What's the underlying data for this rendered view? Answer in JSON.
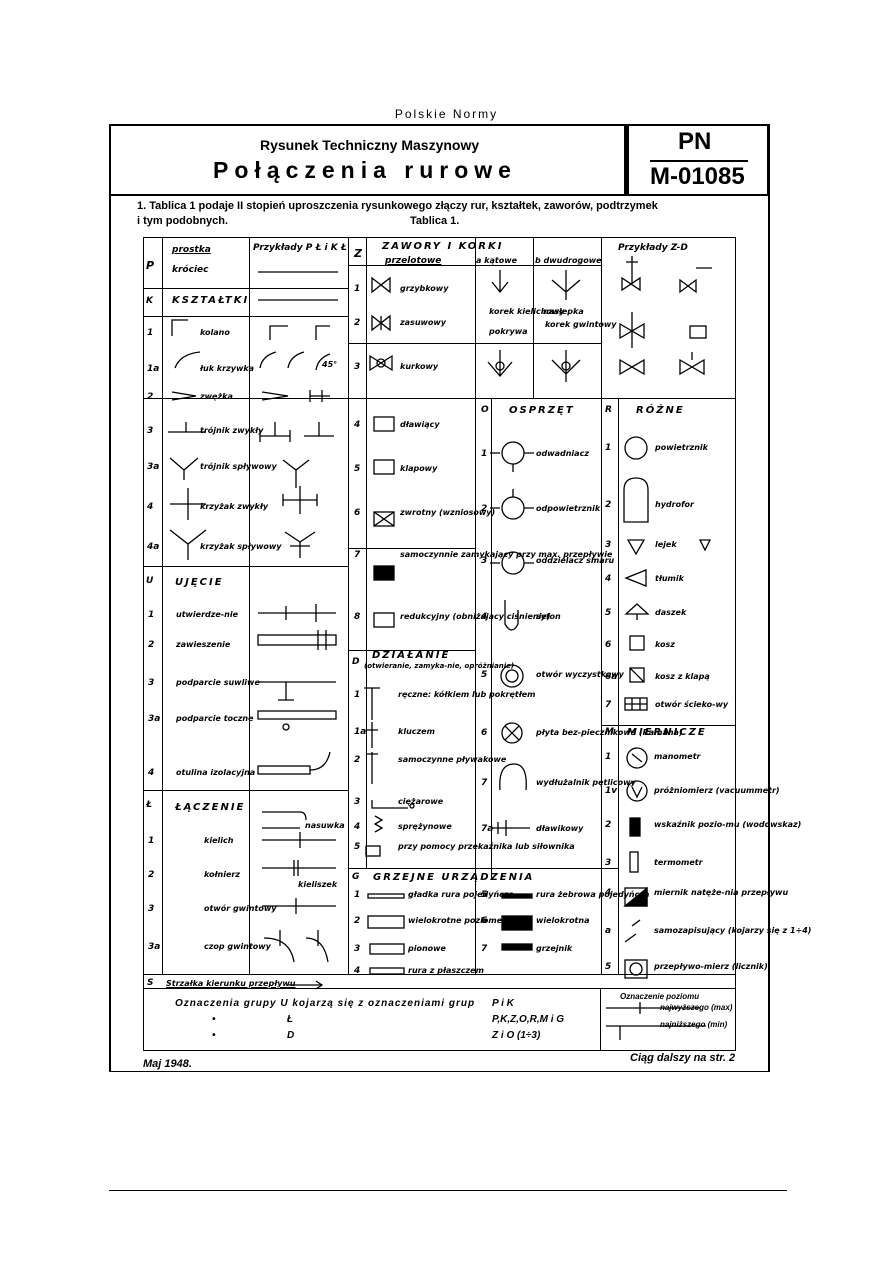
{
  "header": {
    "top": "Polskie Normy"
  },
  "title": {
    "line1": "Rysunek Techniczny Maszynowy",
    "line2": "Połączenia rurowe",
    "pn": "PN",
    "pn_number": "M-01085"
  },
  "intro": {
    "line1": "1. Tablica 1 podaje II stopień uproszczenia rysunkowego złączy rur, kształtek, zaworów, podtrzymek",
    "line2": "i tym podobnych.",
    "table_label": "Tablica 1."
  },
  "col_headers": {
    "pk": "Przykłady P Ł i K Ł",
    "zd": "Przykłady Z-D",
    "z": "Z",
    "zawory": "ZAWORY I KORKI",
    "przelotowe": "przelotowe",
    "katowe": "a kątowe",
    "dwudrogowe": "b dwudrogowe"
  },
  "p": {
    "key": "P",
    "prostka": "prostka",
    "krociec": "króciec"
  },
  "k": {
    "key": "K",
    "title": "KSZTAŁTKI",
    "rows": [
      {
        "n": "1",
        "label": "kolano"
      },
      {
        "n": "1a",
        "label": "łuk krzywka"
      },
      {
        "n": "2",
        "label": "zwężka"
      },
      {
        "n": "3",
        "label": "trójnik zwykły"
      },
      {
        "n": "3a",
        "label": "trójnik spływowy"
      },
      {
        "n": "4",
        "label": "krzyżak zwykły"
      },
      {
        "n": "4a",
        "label": "krzyżak spływowy"
      }
    ],
    "angle": "45°"
  },
  "u": {
    "key": "U",
    "title": "UJĘCIE",
    "rows": [
      {
        "n": "1",
        "label": "utwierdze-nie"
      },
      {
        "n": "2",
        "label": "zawieszenie"
      },
      {
        "n": "3",
        "label": "podparcie suwliwe"
      },
      {
        "n": "3a",
        "label": "podparcie toczne"
      },
      {
        "n": "4",
        "label": "otulina izolacyjna"
      }
    ]
  },
  "l": {
    "key": "Ł",
    "title": "ŁĄCZENIE",
    "rows": [
      {
        "n": "1",
        "label": "kielich"
      },
      {
        "n": "2",
        "label": "kołnierz"
      },
      {
        "n": "3",
        "label": "otwór gwintowy"
      },
      {
        "n": "3a",
        "label": "czop gwintowy"
      }
    ],
    "nasuwka": "nasuwka",
    "kieliszek": "kieliszek"
  },
  "s": {
    "key": "S",
    "label": "Strzałka kierunku przepływu"
  },
  "z": {
    "rows": [
      {
        "n": "1",
        "label": "grzybkowy"
      },
      {
        "n": "2",
        "label": "zasuwowy"
      },
      {
        "n": "3",
        "label": "kurkowy"
      },
      {
        "n": "4",
        "label": "dławiący"
      },
      {
        "n": "5",
        "label": "klapowy"
      },
      {
        "n": "6",
        "label": "zwrotny (wzniosowy)"
      },
      {
        "n": "7",
        "label": "samoczynnie zamykający przy max. przepływie"
      },
      {
        "n": "8",
        "label": "redukcyjny (obniżający ciśnienie)"
      }
    ],
    "korek_kielichowy": "korek kielichowy",
    "pokrywa": "pokrywa",
    "naslepka": "nasłepka",
    "korek_gwintowy": "korek gwintowy"
  },
  "d": {
    "key": "D",
    "title": "DZIAŁANIE",
    "subtitle": "(otwieranie, zamyka-nie, opróżnianie)",
    "rows": [
      {
        "n": "1",
        "label": "ręczne: kółkiem lub pokrętłem"
      },
      {
        "n": "1a",
        "label": "kluczem"
      },
      {
        "n": "2",
        "label": "samoczynne pływakowe"
      },
      {
        "n": "3",
        "label": "ciężarowe"
      },
      {
        "n": "4",
        "label": "sprężynowe"
      },
      {
        "n": "5",
        "label": "przy pomocy przekaźnika lub siłownika"
      }
    ]
  },
  "g": {
    "key": "G",
    "title": "GRZEJNE URZĄDZENIA",
    "rows": [
      {
        "n": "1",
        "label": "gładka rura pojedyńcza"
      },
      {
        "n": "2",
        "label": "wielokrotne poziome"
      },
      {
        "n": "3",
        "label": "pionowe"
      },
      {
        "n": "4",
        "label": "rura z płaszczem"
      },
      {
        "n": "5",
        "label": "rura żebrowa pojedyńcza"
      },
      {
        "n": "6",
        "label": "wielokrotna"
      },
      {
        "n": "7",
        "label": "grzejnik"
      }
    ]
  },
  "o": {
    "key": "O",
    "title": "OSPRZĘT",
    "rows": [
      {
        "n": "1",
        "label": "odwadniacz"
      },
      {
        "n": "2",
        "label": "odpowietrznik"
      },
      {
        "n": "3",
        "label": "oddzielacz smaru"
      },
      {
        "n": "4",
        "label": "syfon"
      },
      {
        "n": "5",
        "label": "otwór wyczystkowy"
      },
      {
        "n": "6",
        "label": "płyta bez-piecznikowa (Ramana)"
      },
      {
        "n": "7",
        "label": "wydłużalnik pętlicowy"
      },
      {
        "n": "7a",
        "label": "dławikowy"
      }
    ]
  },
  "r": {
    "key": "R",
    "title": "RÓŻNE",
    "rows": [
      {
        "n": "1",
        "label": "powietrznik"
      },
      {
        "n": "2",
        "label": "hydrofor"
      },
      {
        "n": "3",
        "label": "lejek"
      },
      {
        "n": "4",
        "label": "tłumik"
      },
      {
        "n": "5",
        "label": "daszek"
      },
      {
        "n": "6",
        "label": "kosz"
      },
      {
        "n": "6a",
        "label": "kosz z klapą"
      },
      {
        "n": "7",
        "label": "otwór ścieko-wy"
      }
    ]
  },
  "m": {
    "key": "M",
    "title": "MIERNICZE",
    "rows": [
      {
        "n": "1",
        "label": "manometr"
      },
      {
        "n": "1v",
        "label": "próżniomierz (vacuummetr)"
      },
      {
        "n": "2",
        "label": "wskaźnik pozio-mu (wodowskaz)"
      },
      {
        "n": "3",
        "label": "termometr"
      },
      {
        "n": "4",
        "label": "miernik natęże-nia przepływu"
      },
      {
        "n": "a",
        "label": "samozapisujący (kojarzy się z 1÷4)"
      },
      {
        "n": "5",
        "label": "przepływo-mierz (licznik)"
      }
    ]
  },
  "footer": {
    "line1_a": "Oznaczenia grupy U kojarzą się z oznaczeniami grup",
    "line1_b": "P i K",
    "line2_a": "Ł",
    "line2_b": "P,K,Z,O,R,M i G",
    "line3_a": "D",
    "line3_b": "Z i O (1÷3)",
    "poziom_title": "Oznaczenie poziomu",
    "najwyzszego": "najwyższego (max)",
    "najnizszego": "najniższego (min)",
    "date": "Maj 1948.",
    "next": "Ciąg dalszy na str. 2"
  }
}
